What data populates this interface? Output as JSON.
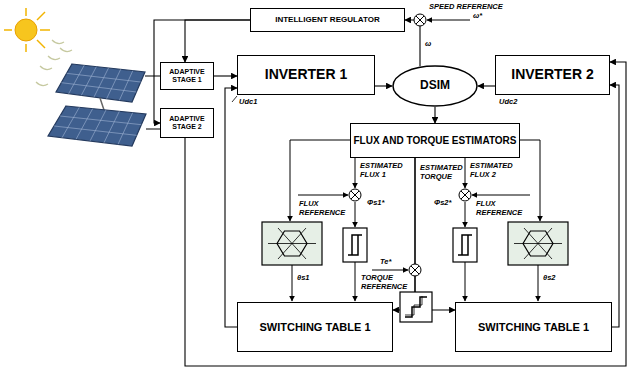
{
  "diagram": {
    "nodes": [
      {
        "text": [
          "INTELLIGENT REGULATOR"
        ]
      },
      {
        "text": [
          "ADAPTIVE STAGE 1"
        ]
      },
      {
        "text": [
          "INVERTER 1"
        ]
      },
      {
        "text": [
          "DSIM"
        ]
      },
      {
        "text": [
          "INVERTER 2"
        ]
      },
      {
        "text": [
          "ADAPTIVE STAGE 2"
        ]
      },
      {
        "text": [
          "FLUX AND TORQUE ESTIMATORS"
        ]
      },
      {
        "text": [
          "SWITCHING TABLE 1"
        ]
      },
      {
        "text": [
          "SWITCHING TABLE 1"
        ]
      }
    ],
    "edges": [
      {
        "from": 0,
        "to": 1,
        "arrow": "to"
      },
      {
        "from": 0,
        "to": 5,
        "arrow": "to"
      },
      {
        "from": 1,
        "to": 2,
        "arrow": "to"
      },
      {
        "from": 5,
        "to": 4,
        "arrow": "to"
      },
      {
        "from": 2,
        "to": 3,
        "arrow": "to"
      },
      {
        "from": 4,
        "to": 3,
        "arrow": "to"
      },
      {
        "from": 3,
        "to": 0,
        "arrow": "to"
      },
      {
        "from": 3,
        "to": 6,
        "arrow": "to"
      },
      {
        "from": 6,
        "to": 7,
        "arrow": "to"
      },
      {
        "from": 6,
        "to": 8,
        "arrow": "to"
      },
      {
        "from": 7,
        "to": 2,
        "arrow": "to"
      },
      {
        "from": 8,
        "to": 4,
        "arrow": "to"
      }
    ],
    "labels": [
      "SPEED REFERENCE",
      "ω*",
      "ω",
      "Udc1",
      "Udc2",
      "ESTIMATED FLUX 1",
      "FLUX REFERENCE",
      "Φs1*",
      "ESTIMATED TORQUE",
      "ESTIMATED FLUX 2",
      "Φs2*",
      "FLUX REFERENCE",
      "θs1",
      "TORQUE REFERENCE",
      "Te*",
      "θs2"
    ]
  }
}
